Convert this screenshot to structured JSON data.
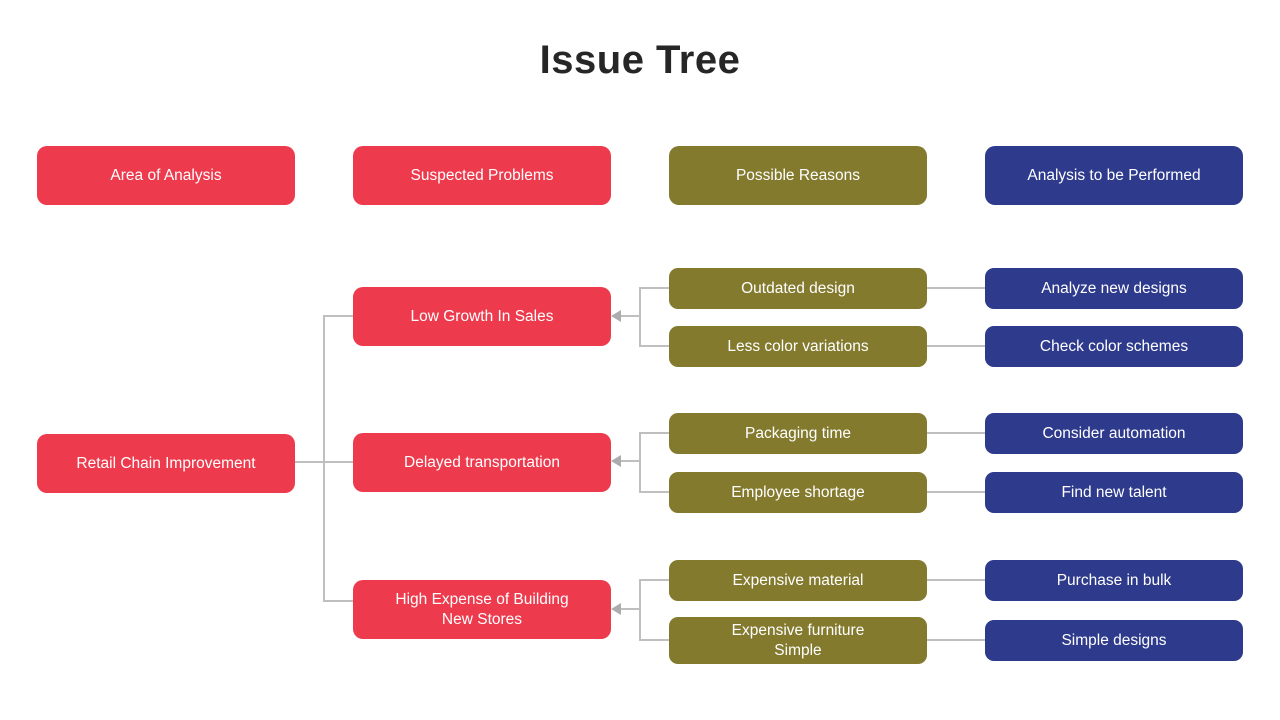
{
  "title": "Issue Tree",
  "colors": {
    "red": "#ED3A4D",
    "olive": "#837A2E",
    "blue": "#2E3A8C",
    "connector": "#BFBFBF",
    "title_text": "#262626",
    "box_text": "#FFFFFF"
  },
  "headers": [
    {
      "label": "Area of Analysis",
      "color": "red"
    },
    {
      "label": "Suspected Problems",
      "color": "red"
    },
    {
      "label": "Possible Reasons",
      "color": "olive"
    },
    {
      "label": "Analysis to be Performed",
      "color": "blue"
    }
  ],
  "root": {
    "label": "Retail Chain Improvement"
  },
  "problems": [
    {
      "label": "Low Growth In Sales"
    },
    {
      "label": "Delayed transportation"
    },
    {
      "label": "High Expense of Building\nNew Stores"
    }
  ],
  "reasons": [
    {
      "label": "Outdated design"
    },
    {
      "label": "Less color variations"
    },
    {
      "label": "Packaging time"
    },
    {
      "label": "Employee shortage"
    },
    {
      "label": "Expensive material"
    },
    {
      "label": "Expensive furniture\nSimple"
    }
  ],
  "analyses": [
    {
      "label": "Analyze new designs"
    },
    {
      "label": "Check color schemes"
    },
    {
      "label": "Consider automation"
    },
    {
      "label": "Find new talent"
    },
    {
      "label": "Purchase in bulk"
    },
    {
      "label": "Simple designs"
    }
  ]
}
